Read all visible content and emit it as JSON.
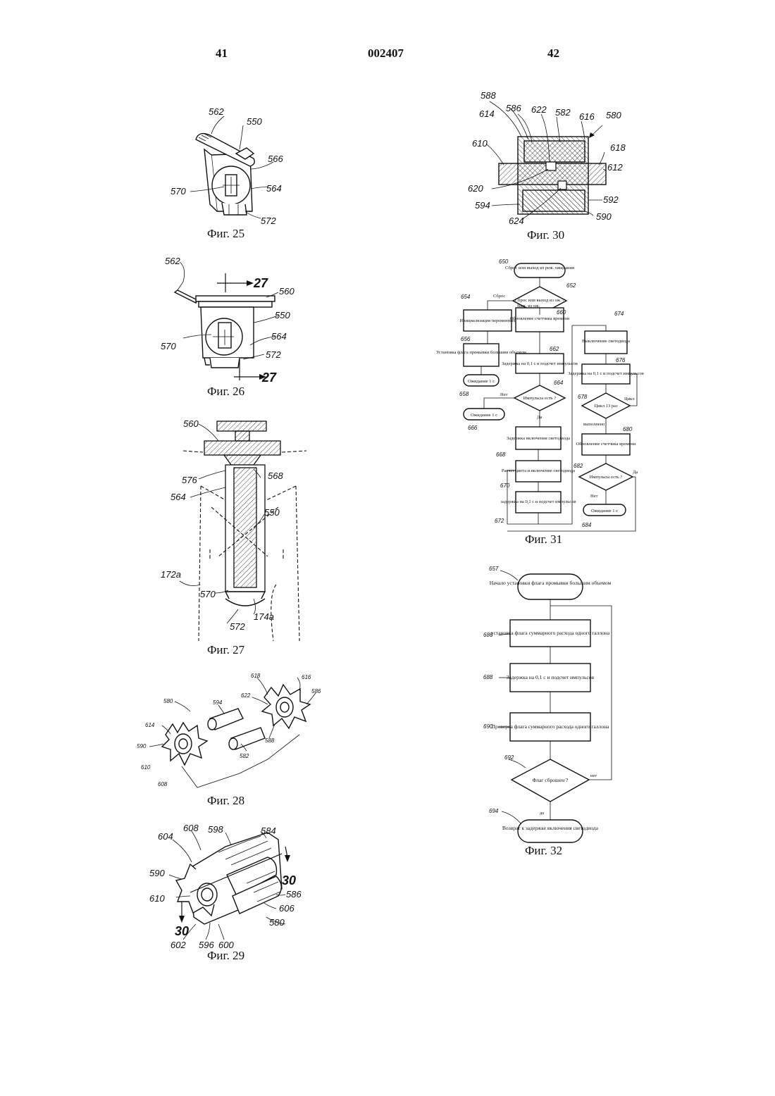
{
  "header": {
    "page_left": "41",
    "doc_number": "002407",
    "page_right": "42"
  },
  "figures": {
    "fig25": {
      "caption": "Фиг. 25",
      "labels": [
        "562",
        "550",
        "566",
        "570",
        "564",
        "572"
      ]
    },
    "fig26": {
      "caption": "Фиг. 26",
      "labels": [
        "562",
        "27",
        "560",
        "550",
        "570",
        "564",
        "572",
        "27"
      ]
    },
    "fig27": {
      "caption": "Фиг. 27",
      "labels": [
        "560",
        "576",
        "568",
        "564",
        "550",
        "172a",
        "570",
        "174a",
        "572"
      ]
    },
    "fig28": {
      "caption": "Фиг. 28",
      "labels": [
        "618",
        "616",
        "580",
        "594",
        "622",
        "586",
        "614",
        "590",
        "588",
        "582",
        "610",
        "608"
      ]
    },
    "fig29": {
      "caption": "Фиг. 29",
      "labels": [
        "604",
        "608",
        "598",
        "584",
        "590",
        "30",
        "610",
        "586",
        "606",
        "30",
        "580",
        "602",
        "596",
        "600"
      ]
    },
    "fig30": {
      "caption": "Фиг. 30",
      "labels": [
        "588",
        "586",
        "622",
        "582",
        "616",
        "580",
        "614",
        "610",
        "618",
        "612",
        "620",
        "594",
        "592",
        "624",
        "590"
      ]
    },
    "fig31": {
      "caption": "Фиг. 31",
      "refs": [
        "650",
        "652",
        "654",
        "660",
        "656",
        "662",
        "664",
        "658",
        "666",
        "668",
        "670",
        "672",
        "674",
        "676",
        "678",
        "680",
        "682",
        "684"
      ],
      "boxes": {
        "start": "Сброс или выход из реж. ожидания",
        "decision1": "Сброс или выход из ож. ?",
        "init": "Инициализация переменных",
        "set_flag": "Установка флага промывки большим объемом",
        "wait1": "Ожидание 1 с",
        "update_timer": "Обновление счетчика времени",
        "delay1": "Задержка на 0,1 с и подсчет импульсов",
        "pulses1": "Импульсы есть ?",
        "wait2": "Ожидание 1 с",
        "led_delay": "Задержка включения светодиода",
        "calc_color": "Расчет цвета и включение светодиода",
        "delay2": "задержка на 0,1 с и подсчет импульсов",
        "led_off": "Выключение светодиода",
        "delay3": "Задержка на 0,1 с и подсчет импульсов",
        "loop13": "Цикл 13 раз",
        "update_timer2": "Обновление счетчика времени",
        "pulses2": "Импульсы есть ?",
        "wait3": "Ожидание 1 с"
      },
      "edges": {
        "reset": "Сброс",
        "exit_wait": "Вых. из ож.",
        "no1": "Нет",
        "yes1": "Да",
        "loop": "Цикл",
        "done": "выполнено",
        "no2": "Нет",
        "yes2": "Да"
      }
    },
    "fig32": {
      "caption": "Фиг. 32",
      "refs": [
        "657",
        "686",
        "688",
        "690",
        "692",
        "694"
      ],
      "boxes": {
        "start": "Начало установки флага промывки большим объемом",
        "set_gallon_flag": "установка флага суммарного расхода одного галлона",
        "delay": "Задержка на 0,1 с и подсчет импульсов",
        "check_flag": "Проверка флага суммарного расхода одного галлона",
        "decision": "Флаг сброшен ?",
        "return": "Возврат к задержке включения светодиода"
      },
      "edges": {
        "no": "нет",
        "yes": "да"
      }
    }
  }
}
